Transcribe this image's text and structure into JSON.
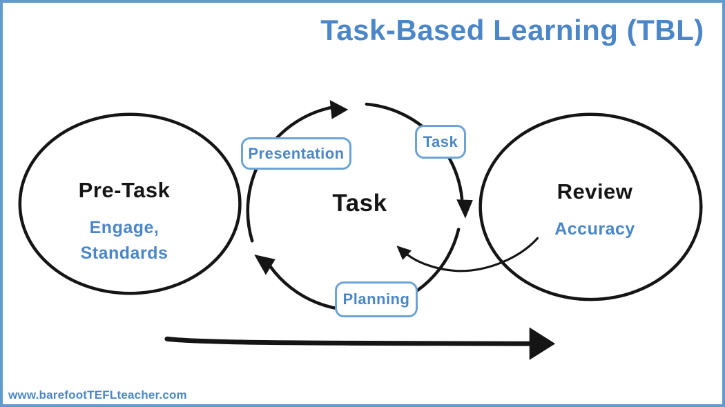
{
  "title": "Task-Based Learning (TBL)",
  "colors": {
    "accent_blue": "#4a86c8",
    "box_border_blue": "#6ba3d6",
    "frame_blue": "#639ace",
    "ink_black": "#151515"
  },
  "nodes": {
    "pre_task": {
      "title": "Pre-Task",
      "subtitle": "Engage,\nStandards"
    },
    "cycle": {
      "center_label": "Task",
      "steps": [
        {
          "label": "Presentation"
        },
        {
          "label": "Task"
        },
        {
          "label": "Planning"
        }
      ]
    },
    "review": {
      "title": "Review",
      "subtitle": "Accuracy"
    }
  },
  "footer": {
    "website": "www.barefootTEFLteacher.com"
  }
}
